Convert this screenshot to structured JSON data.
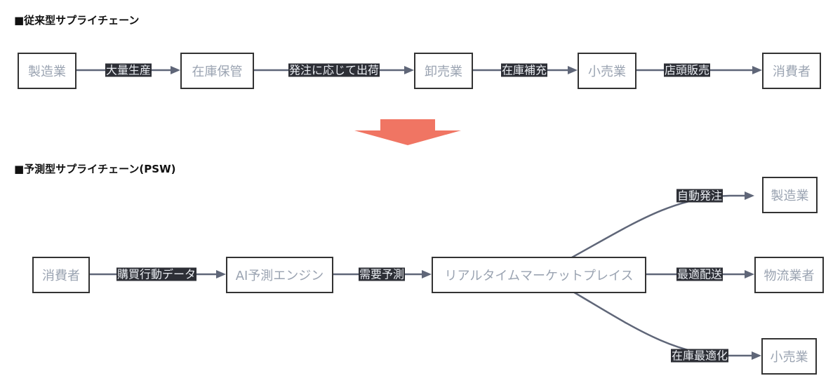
{
  "sections": {
    "traditional_title": "■従来型サプライチェーン",
    "predictive_title": "■予測型サプライチェーン(PSW)"
  },
  "colors": {
    "edge": "#5f6678",
    "node_text": "#9aa3b1",
    "node_border": "#333333",
    "label_bg": "#2d2f36",
    "label_text": "#e9ecf1",
    "transition_arrow": "#f07563"
  },
  "traditional": {
    "nodes": {
      "manufacturer": "製造業",
      "inventory": "在庫保管",
      "wholesaler": "卸売業",
      "retailer": "小売業",
      "consumer": "消費者"
    },
    "edges": {
      "mass_production": "大量生産",
      "order_shipping": "発注に応じて出荷",
      "restock": "在庫補充",
      "store_sales": "店頭販売"
    }
  },
  "predictive": {
    "nodes": {
      "consumer": "消費者",
      "ai_engine": "AI予測エンジン",
      "marketplace": "リアルタイムマーケットプレイス",
      "manufacturer": "製造業",
      "logistics": "物流業者",
      "retailer": "小売業"
    },
    "edges": {
      "purchase_data": "購買行動データ",
      "demand_forecast": "需要予測",
      "auto_order": "自動発注",
      "optimal_delivery": "最適配送",
      "inventory_optimization": "在庫最適化"
    }
  }
}
